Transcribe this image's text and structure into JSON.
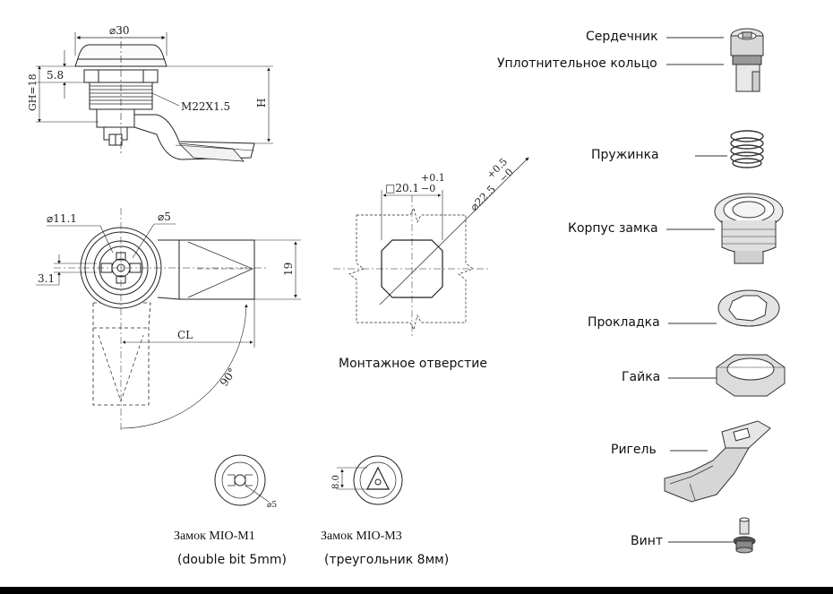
{
  "dims": {
    "d30": "⌀30",
    "d58": "5.8",
    "gh18": "GH=18",
    "h": "H",
    "m22": "M22X1.5",
    "d111": "⌀11.1",
    "d5": "⌀5",
    "d31": "3.1",
    "d19": "19",
    "cl": "CL",
    "deg90": "90°",
    "sq201": "□20.1",
    "sq201tol_up": "+0.1",
    "sq201tol_dn": "−0",
    "d225": "⌀22.5",
    "d225tol_up": "+0.5",
    "d225tol_dn": "−0",
    "small_d5": "⌀5",
    "tri8": "8.0"
  },
  "captions": {
    "mount_hole": "Монтажное отверстие",
    "lock_m1": "Замок MIO-M1",
    "lock_m1_sub": "(double bit 5mm)",
    "lock_m3": "Замок MIO-M3",
    "lock_m3_sub": "(треугольник 8мм)"
  },
  "parts": [
    {
      "label": "Сердечник"
    },
    {
      "label": "Уплотнительное кольцо"
    },
    {
      "label": "Пружинка"
    },
    {
      "label": "Корпус замка"
    },
    {
      "label": "Прокладка"
    },
    {
      "label": "Гайка"
    },
    {
      "label": "Ригель"
    },
    {
      "label": "Винт"
    }
  ]
}
